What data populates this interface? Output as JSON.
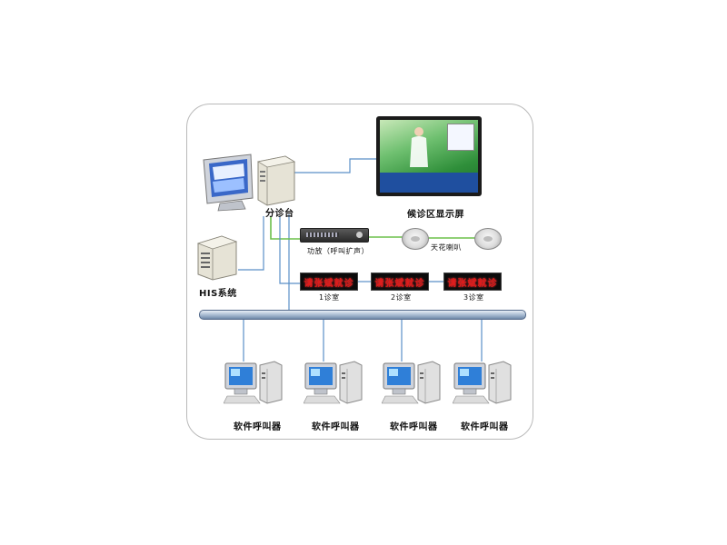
{
  "labels": {
    "triage_desk": "分诊台",
    "waiting_screen": "候诊区显示屏",
    "amplifier": "功放（呼叫扩声）",
    "ceiling_speaker": "天花喇叭",
    "his_system": "HIS系统",
    "room1": "1诊室",
    "room2": "2诊室",
    "room3": "3诊室",
    "software_caller_1": "软件呼叫器",
    "software_caller_2": "软件呼叫器",
    "software_caller_3": "软件呼叫器",
    "software_caller_4": "软件呼叫器"
  },
  "led": {
    "display_1": "请张斌就诊",
    "display_2": "请张斌就诊",
    "display_3": "请张斌就诊"
  },
  "colors": {
    "network_line": "#5a8fc8",
    "audio_line": "#6cc04a",
    "led_text": "#e01a1a",
    "bus": "#9fb3cc"
  },
  "icons": {
    "workstation": "computer-icon",
    "server": "server-tower-icon",
    "speaker": "ceiling-speaker-icon",
    "amplifier": "amplifier-icon",
    "screen": "display-screen-icon"
  }
}
